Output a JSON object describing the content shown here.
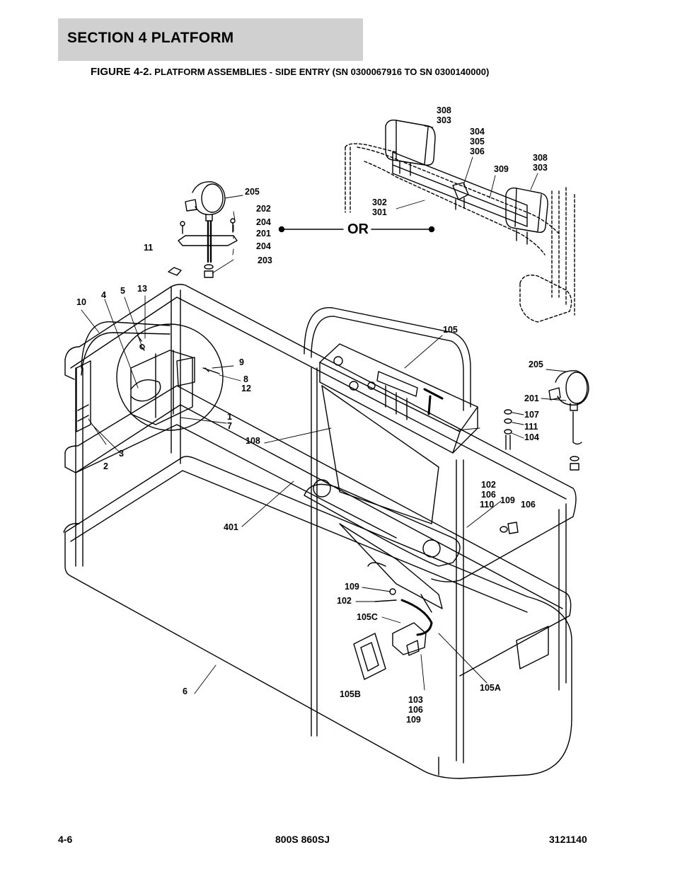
{
  "header": {
    "section_title": "SECTION 4   PLATFORM",
    "figure_label": "FIGURE 4-2.",
    "figure_text": " PLATFORM ASSEMBLIES - SIDE ENTRY (SN 0300067916 TO SN 0300140000)"
  },
  "diagram": {
    "or_label": "OR",
    "callouts": {
      "c308a": "308",
      "c303a": "303",
      "c304": "304",
      "c305": "305",
      "c306": "306",
      "c308b": "308",
      "c303b": "303",
      "c309": "309",
      "c302": "302",
      "c301": "301",
      "c205a": "205",
      "c202": "202",
      "c204a": "204",
      "c201a": "201",
      "c204b": "204",
      "c203": "203",
      "c11": "11",
      "c10": "10",
      "c4": "4",
      "c5": "5",
      "c13": "13",
      "c9": "9",
      "c8": "8",
      "c12": "12",
      "c1": "1",
      "c7": "7",
      "c3": "3",
      "c2": "2",
      "c105": "105",
      "c205b": "205",
      "c201b": "201",
      "c107": "107",
      "c111": "111",
      "c104": "104",
      "c108": "108",
      "c401": "401",
      "c102a": "102",
      "c106a": "106",
      "c110": "110",
      "c109a": "109",
      "c106b": "106",
      "c109b": "109",
      "c102b": "102",
      "c105c": "105C",
      "c105b": "105B",
      "c103": "103",
      "c106c": "106",
      "c109c": "109",
      "c105a": "105A",
      "c6": "6"
    }
  },
  "footer": {
    "page_number": "4-6",
    "model": "800S 860SJ",
    "part_number": "3121140"
  }
}
